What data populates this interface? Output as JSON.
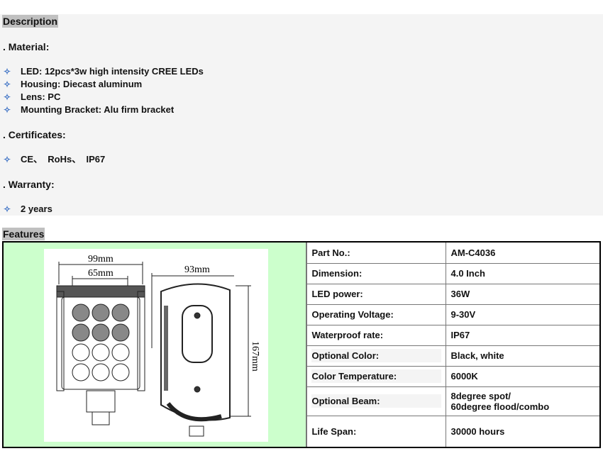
{
  "description": {
    "heading": "Description",
    "material": {
      "title": ". Material:",
      "items": [
        "LED: 12pcs*3w high intensity CREE LEDs",
        "Housing: Diecast aluminum",
        "Lens: PC",
        "Mounting Bracket: Alu firm bracket"
      ]
    },
    "certificates": {
      "title": ". Certificates:",
      "items": [
        "CE、  RoHs、  IP67"
      ]
    },
    "warranty": {
      "title": ". Warranty:",
      "items": [
        "2 years"
      ]
    },
    "bullet": "✧"
  },
  "features": {
    "heading": "Features",
    "drawing": {
      "width_label": "99mm",
      "inner_label": "65mm",
      "depth_label": "93mm",
      "height_label": "167mm"
    },
    "specs": [
      {
        "label": "Part No.:",
        "value": "AM-C4036"
      },
      {
        "label": "Dimension:",
        "value": "4.0 Inch"
      },
      {
        "label": "LED power:",
        "value": "36W"
      },
      {
        "label": "Operating Voltage:",
        "value": "9-30V"
      },
      {
        "label": "Waterproof rate:",
        "value": "IP67"
      },
      {
        "label": "Optional Color:",
        "value": "Black, white"
      },
      {
        "label": "Color Temperature:",
        "value": "6000K"
      },
      {
        "label": "Optional Beam:",
        "value": "8degree spot/",
        "value2": "60degree flood/combo"
      },
      {
        "label": "Life Span:",
        "value": "30000 hours"
      }
    ]
  }
}
